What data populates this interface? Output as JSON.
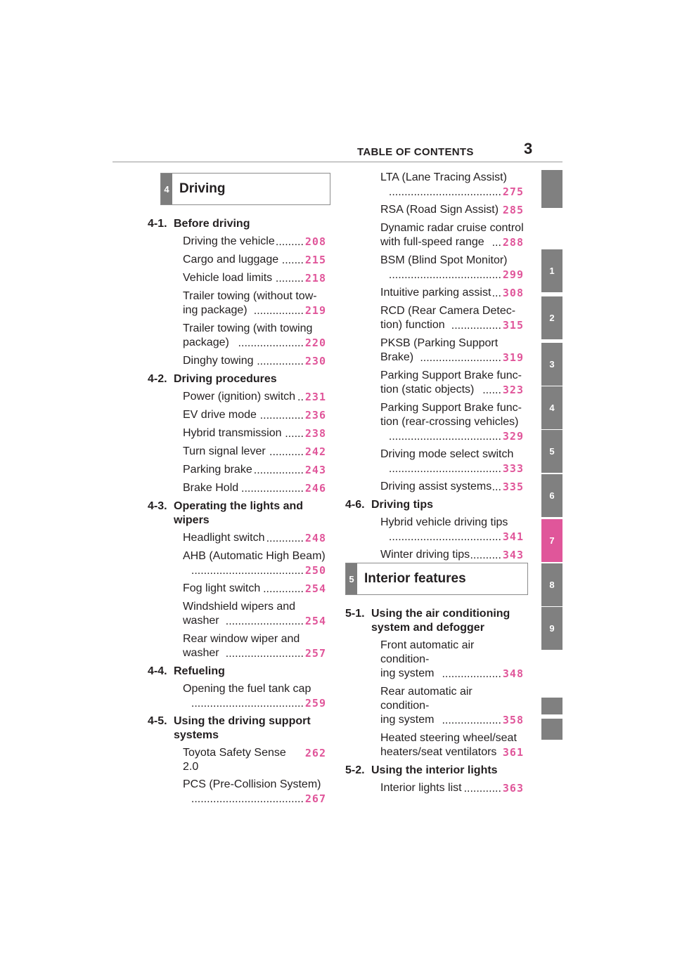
{
  "header": {
    "title": "TABLE OF CONTENTS",
    "page_number": "3"
  },
  "side_tabs": [
    "",
    "1",
    "2",
    "3",
    "4",
    "5",
    "6",
    "7",
    "8",
    "9",
    "",
    ""
  ],
  "sections": [
    {
      "num": "4",
      "title": "Driving"
    },
    {
      "num": "5",
      "title": "Interior features"
    }
  ],
  "left_column": [
    {
      "num": "4-1.",
      "title": "Before driving",
      "entries": [
        {
          "text": "Driving the vehicle",
          "dots": ".........",
          "page": "208"
        },
        {
          "text": "Cargo and luggage",
          "dots": ".......",
          "page": "215"
        },
        {
          "text": "Vehicle load limits",
          "dots": ".........",
          "page": "218"
        },
        {
          "text": "Trailer towing (without tow-",
          "text2": "ing package)",
          "dots": "................",
          "page": "219"
        },
        {
          "text": "Trailer towing (with towing",
          "text2": "package)",
          "dots": ".....................",
          "page": "220"
        },
        {
          "text": "Dinghy towing",
          "dots": "...............",
          "page": "230"
        }
      ]
    },
    {
      "num": "4-2.",
      "title": "Driving procedures",
      "entries": [
        {
          "text": "Power (ignition) switch",
          "dots": "..",
          "page": "231"
        },
        {
          "text": "EV drive mode",
          "dots": "..............",
          "page": "236"
        },
        {
          "text": "Hybrid transmission",
          "dots": "......",
          "page": "238"
        },
        {
          "text": "Turn signal lever",
          "dots": "...........",
          "page": "242"
        },
        {
          "text": "Parking brake",
          "dots": "................",
          "page": "243"
        },
        {
          "text": "Brake Hold",
          "dots": "....................",
          "page": "246"
        }
      ]
    },
    {
      "num": "4-3.",
      "title": "Operating the lights and",
      "title2": "wipers",
      "entries": [
        {
          "text": "Headlight switch",
          "dots": "............",
          "page": "248"
        },
        {
          "text": "AHB (Automatic High Beam)",
          "text2": "",
          "dots": "....................................",
          "page": "250"
        },
        {
          "text": "Fog light switch",
          "dots": ".............",
          "page": "254"
        },
        {
          "text": "Windshield wipers and",
          "text2": "washer",
          "dots": ".........................",
          "page": "254"
        },
        {
          "text": "Rear window wiper and",
          "text2": "washer",
          "dots": ".........................",
          "page": "257"
        }
      ]
    },
    {
      "num": "4-4.",
      "title": "Refueling",
      "entries": [
        {
          "text": "Opening the fuel tank cap",
          "text2": "",
          "dots": "....................................",
          "page": "259"
        }
      ]
    },
    {
      "num": "4-5.",
      "title": "Using the driving support",
      "title2": "systems",
      "entries": [
        {
          "text": "Toyota Safety Sense 2.0",
          "dots": "",
          "page": "262"
        },
        {
          "text": "PCS (Pre-Collision System)",
          "text2": "",
          "dots": "....................................",
          "page": "267"
        }
      ]
    }
  ],
  "right_column_top": [
    {
      "text": "LTA (Lane Tracing Assist)",
      "text2": "",
      "dots": "....................................",
      "page": "275"
    },
    {
      "text": "RSA (Road Sign Assist)",
      "dots": "",
      "page": "285"
    },
    {
      "text": "Dynamic radar cruise control",
      "text2": "with full-speed range",
      "dots": "...",
      "page": "288"
    },
    {
      "text": "BSM (Blind Spot Monitor)",
      "text2": "",
      "dots": "....................................",
      "page": "299"
    },
    {
      "text": "Intuitive parking assist",
      "dots": "...",
      "page": "308"
    },
    {
      "text": "RCD (Rear Camera Detec-",
      "text2": "tion) function",
      "dots": "................",
      "page": "315"
    },
    {
      "text": "PKSB (Parking Support",
      "text2": "Brake)",
      "dots": "..........................",
      "page": "319"
    },
    {
      "text": "Parking Support Brake func-",
      "text2": "tion (static objects)",
      "dots": "......",
      "page": "323"
    },
    {
      "text": "Parking Support Brake func-",
      "text2": "tion (rear-crossing vehicles)",
      "text3": "",
      "dots": "....................................",
      "page": "329"
    },
    {
      "text": "Driving mode select switch",
      "text2": "",
      "dots": "....................................",
      "page": "333"
    },
    {
      "text": "Driving assist systems",
      "dots": "...",
      "page": "335"
    }
  ],
  "right_column_group_46": {
    "num": "4-6.",
    "title": "Driving tips",
    "entries": [
      {
        "text": "Hybrid vehicle driving tips",
        "text2": "",
        "dots": "....................................",
        "page": "341"
      },
      {
        "text": "Winter driving tips",
        "dots": "..........",
        "page": "343"
      }
    ]
  },
  "right_column_bottom": [
    {
      "num": "5-1.",
      "title": "Using the air conditioning",
      "title2": "system and defogger",
      "entries": [
        {
          "text": "Front automatic air condition-",
          "text2": "ing system",
          "dots": "...................",
          "page": "348"
        },
        {
          "text": "Rear automatic air condition-",
          "text2": "ing system",
          "dots": "...................",
          "page": "358"
        },
        {
          "text": "Heated steering wheel/seat",
          "text2": "heaters/seat ventilators",
          "dots": "",
          "page": "361"
        }
      ]
    },
    {
      "num": "5-2.",
      "title": "Using the interior lights",
      "entries": [
        {
          "text": "Interior lights list",
          "dots": "............",
          "page": "363"
        }
      ]
    }
  ]
}
